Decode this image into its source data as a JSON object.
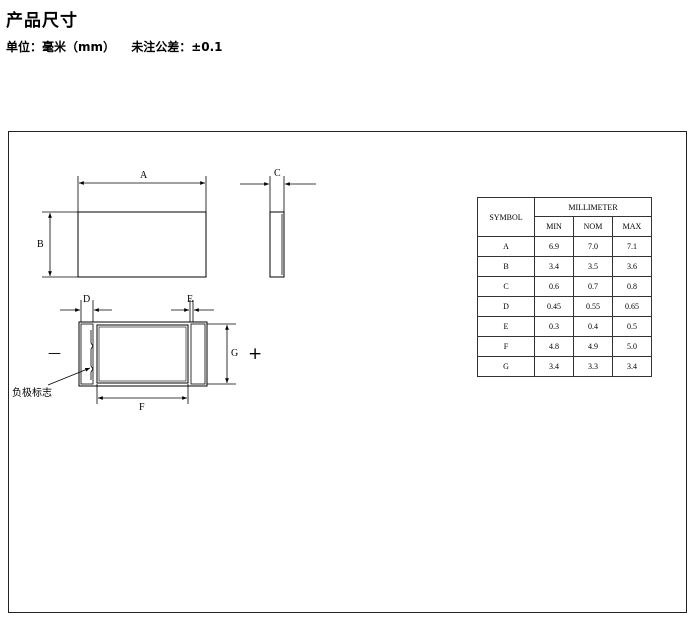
{
  "header": {
    "title": "产品尺寸",
    "unit_label": "单位：毫米（mm）",
    "tolerance_label": "未注公差：±0.1"
  },
  "drawing": {
    "labels": {
      "A": "A",
      "B": "B",
      "C": "C",
      "D": "D",
      "E": "E",
      "F": "F",
      "G": "G"
    },
    "polarity_minus": "—",
    "polarity_plus": "+",
    "cathode_mark_label": "负极标志"
  },
  "table": {
    "symbol_header": "SYMBOL",
    "group_header": "MILLIMETER",
    "columns": [
      "MIN",
      "NOM",
      "MAX"
    ],
    "rows": [
      {
        "symbol": "A",
        "min": "6.9",
        "nom": "7.0",
        "max": "7.1"
      },
      {
        "symbol": "B",
        "min": "3.4",
        "nom": "3.5",
        "max": "3.6"
      },
      {
        "symbol": "C",
        "min": "0.6",
        "nom": "0.7",
        "max": "0.8"
      },
      {
        "symbol": "D",
        "min": "0.45",
        "nom": "0.55",
        "max": "0.65"
      },
      {
        "symbol": "E",
        "min": "0.3",
        "nom": "0.4",
        "max": "0.5"
      },
      {
        "symbol": "F",
        "min": "4.8",
        "nom": "4.9",
        "max": "5.0"
      },
      {
        "symbol": "G",
        "min": "3.4",
        "nom": "3.3",
        "max": "3.4"
      }
    ]
  }
}
